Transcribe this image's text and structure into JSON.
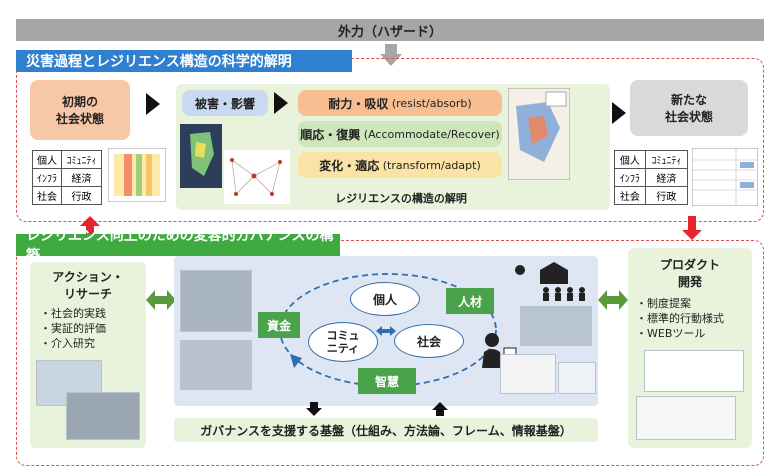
{
  "hazard": "外力（ハザード）",
  "section1": {
    "title": "災害過程とレジリエンス構造の科学的解明",
    "initial_state": [
      "初期の",
      "社会状態"
    ],
    "new_state": [
      "新たな",
      "社会状態"
    ],
    "table_cells": [
      [
        "個人",
        "ｺﾐｭﾆﾃｨ"
      ],
      [
        "ｲﾝﾌﾗ",
        "経済"
      ],
      [
        "社会",
        "行政"
      ]
    ],
    "damage": "被害・影響",
    "mechanisms": [
      {
        "jp": "耐力・吸収",
        "en": "(resist/absorb)"
      },
      {
        "jp": "順応・復興",
        "en": "(Accommodate/Recover)"
      },
      {
        "jp": "変化・適応",
        "en": "(transform/adapt)"
      }
    ],
    "caption": "レジリエンスの構造の解明"
  },
  "section2": {
    "title": "レジリエンス向上のための変容的ガバナンスの構築",
    "action_title": [
      "アクション・",
      "リサーチ"
    ],
    "action_items": [
      "・社会的実践",
      "・実証的評価",
      "・介入研究"
    ],
    "nodes": {
      "kojin": "個人",
      "community": [
        "コミュ",
        "ニティ"
      ],
      "shakai": "社会",
      "shikin": "資金",
      "jinzai": "人材",
      "chie": "智慧"
    },
    "foundation": "ガバナンスを支援する基盤（仕組み、方法論、フレーム、情報基盤）",
    "product_title": [
      "プロダクト",
      "開発"
    ],
    "product_items": [
      "・制度提案",
      "・標準的行動様式",
      "・WEBツール"
    ]
  },
  "colors": {
    "blue": "#2f80d0",
    "green": "#3faa3f",
    "dashed_red": "#e05050",
    "peach": "#f7c8a8",
    "gray_box": "#d9d9d9",
    "light_blue": "#c9d9ef",
    "orange": "#f7be92",
    "green_mech": "#cfe6bd",
    "yellow": "#fbe3a5"
  }
}
